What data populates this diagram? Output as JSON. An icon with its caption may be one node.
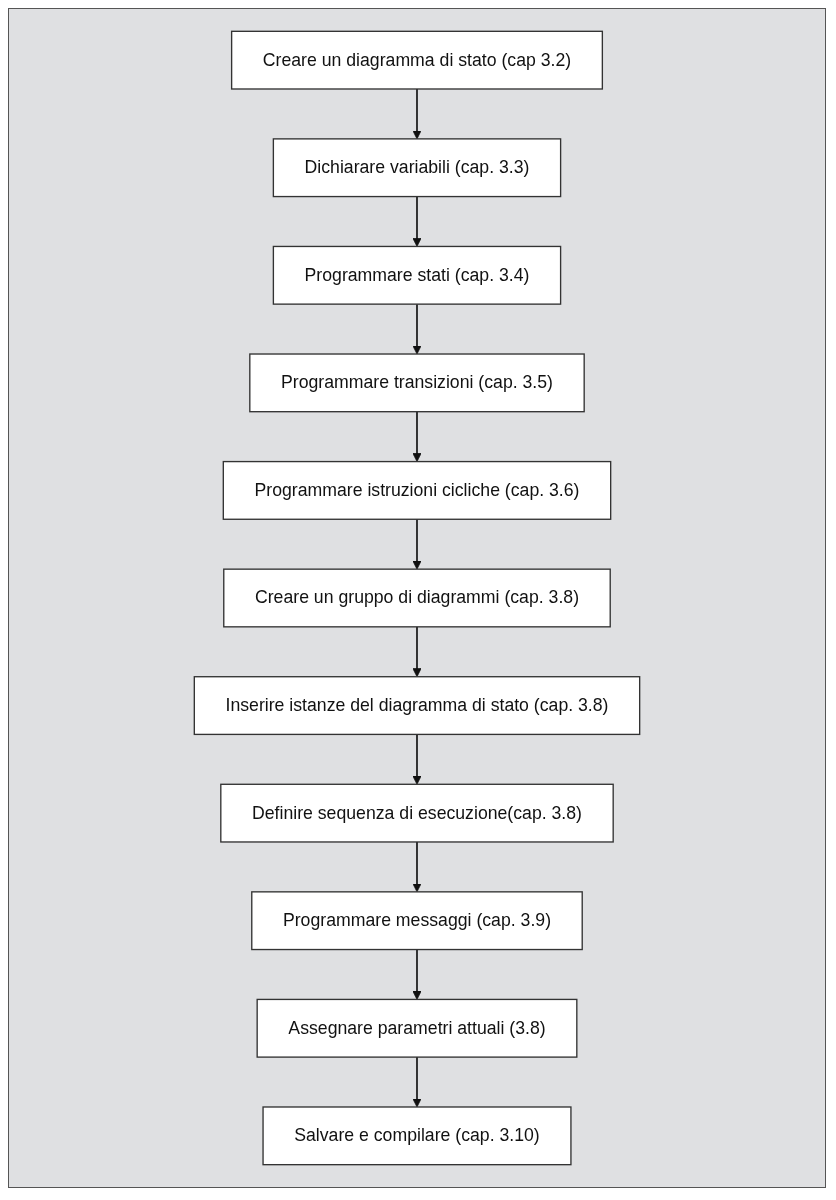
{
  "diagram": {
    "nodes": [
      {
        "text": [
          "Creare un diagramma di stato (cap 3.2)"
        ]
      },
      {
        "text": [
          "Dichiarare variabili (cap. 3.3)"
        ]
      },
      {
        "text": [
          "Programmare stati (cap. 3.4)"
        ]
      },
      {
        "text": [
          "Programmare transizioni (cap. 3.5)"
        ]
      },
      {
        "text": [
          "Programmare istruzioni cicliche (cap. 3.6)"
        ]
      },
      {
        "text": [
          "Creare un gruppo di diagrammi (cap. 3.8)"
        ]
      },
      {
        "text": [
          "Inserire istanze del diagramma di stato (cap. 3.8)"
        ]
      },
      {
        "text": [
          "Definire sequenza di esecuzione(cap. 3.8)"
        ]
      },
      {
        "text": [
          "Programmare messaggi (cap. 3.9)"
        ]
      },
      {
        "text": [
          "Assegnare parametri attuali (3.8)"
        ]
      },
      {
        "text": [
          "Salvare e compilare (cap. 3.10)"
        ]
      }
    ],
    "edges": [
      {
        "from": 0,
        "to": 1,
        "arrow": "to"
      },
      {
        "from": 1,
        "to": 2,
        "arrow": "to"
      },
      {
        "from": 2,
        "to": 3,
        "arrow": "to"
      },
      {
        "from": 3,
        "to": 4,
        "arrow": "to"
      },
      {
        "from": 4,
        "to": 5,
        "arrow": "to"
      },
      {
        "from": 5,
        "to": 6,
        "arrow": "to"
      },
      {
        "from": 6,
        "to": 7,
        "arrow": "to"
      },
      {
        "from": 7,
        "to": 8,
        "arrow": "to"
      },
      {
        "from": 8,
        "to": 9,
        "arrow": "to"
      },
      {
        "from": 9,
        "to": 10,
        "arrow": "to"
      }
    ]
  }
}
